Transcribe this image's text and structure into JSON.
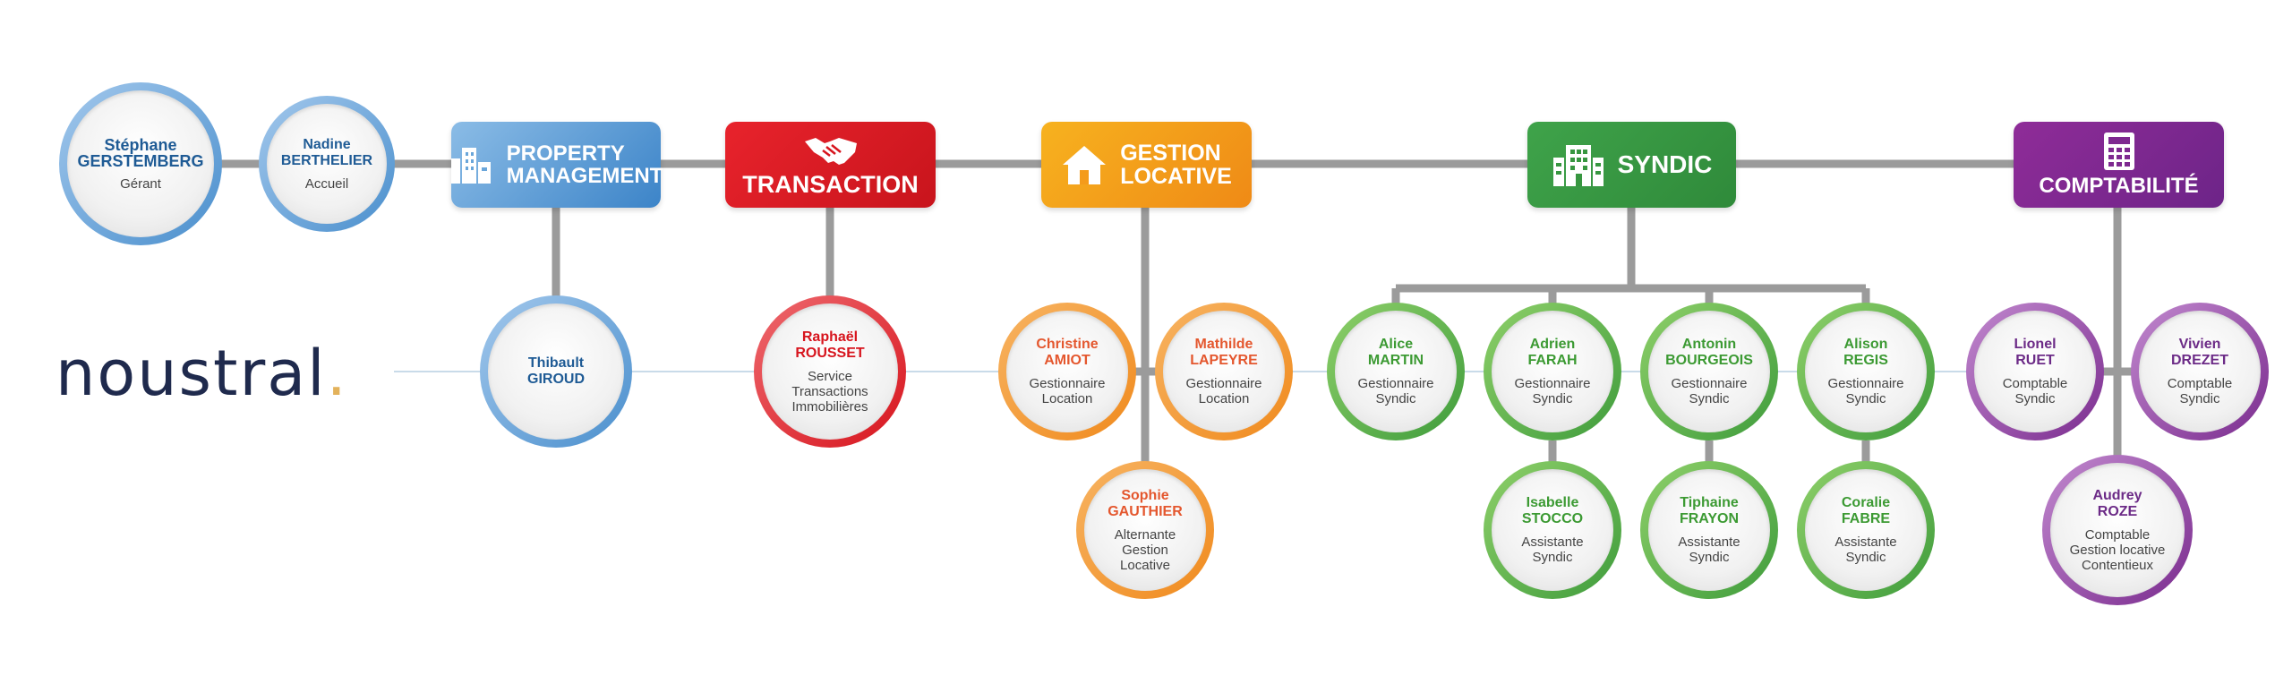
{
  "logo": {
    "text": "noustral",
    "dot": "."
  },
  "colors": {
    "blue": "#4a8fcd",
    "red": "#d7141d",
    "orange": "#f08a1d",
    "orangeText": "#e4572e",
    "green": "#3f9c3c",
    "greenText": "#3c9a33",
    "purple": "#7a2b8e",
    "purpleText": "#6c2b87",
    "line": "#9b9b9b",
    "navy": "#1f5b95"
  },
  "departments": [
    {
      "id": "pm",
      "icon": "buildings-icon",
      "lines": [
        "PROPERTY",
        "MANAGEMENT"
      ]
    },
    {
      "id": "tr",
      "icon": "handshake-icon",
      "lines": [
        "TRANSACTION"
      ]
    },
    {
      "id": "gl",
      "icon": "house-icon",
      "lines": [
        "GESTION",
        "LOCATIVE"
      ]
    },
    {
      "id": "sy",
      "icon": "building-icon",
      "lines": [
        "SYNDIC"
      ]
    },
    {
      "id": "co",
      "icon": "calculator-icon",
      "lines": [
        "COMPTABILITÉ"
      ]
    }
  ],
  "people": [
    {
      "id": "gerstemberg",
      "first": "Stéphane",
      "last": "GERSTEMBERG",
      "role": [
        "Gérant"
      ],
      "color": "blue"
    },
    {
      "id": "berthelier",
      "first": "Nadine",
      "last": "BERTHELIER",
      "role": [
        "Accueil"
      ],
      "color": "blue"
    },
    {
      "id": "giroud",
      "first": "Thibault",
      "last": "GIROUD",
      "role": [],
      "color": "blue"
    },
    {
      "id": "rousset",
      "first": "Raphaël",
      "last": "ROUSSET",
      "role": [
        "Service",
        "Transactions",
        "Immobilières"
      ],
      "color": "red"
    },
    {
      "id": "amiot",
      "first": "Christine",
      "last": "AMIOT",
      "role": [
        "Gestionnaire",
        "Location"
      ],
      "color": "orange"
    },
    {
      "id": "lapeyre",
      "first": "Mathilde",
      "last": "LAPEYRE",
      "role": [
        "Gestionnaire",
        "Location"
      ],
      "color": "orange"
    },
    {
      "id": "gauthier",
      "first": "Sophie",
      "last": "GAUTHIER",
      "role": [
        "Alternante",
        "Gestion",
        "Locative"
      ],
      "color": "orange"
    },
    {
      "id": "martin",
      "first": "Alice",
      "last": "MARTIN",
      "role": [
        "Gestionnaire",
        "Syndic"
      ],
      "color": "green"
    },
    {
      "id": "farah",
      "first": "Adrien",
      "last": "FARAH",
      "role": [
        "Gestionnaire",
        "Syndic"
      ],
      "color": "green"
    },
    {
      "id": "bourgeois",
      "first": "Antonin",
      "last": "BOURGEOIS",
      "role": [
        "Gestionnaire",
        "Syndic"
      ],
      "color": "green"
    },
    {
      "id": "regis",
      "first": "Alison",
      "last": "REGIS",
      "role": [
        "Gestionnaire",
        "Syndic"
      ],
      "color": "green"
    },
    {
      "id": "stocco",
      "first": "Isabelle",
      "last": "STOCCO",
      "role": [
        "Assistante",
        "Syndic"
      ],
      "color": "green"
    },
    {
      "id": "frayon",
      "first": "Tiphaine",
      "last": "FRAYON",
      "role": [
        "Assistante",
        "Syndic"
      ],
      "color": "green"
    },
    {
      "id": "fabre",
      "first": "Coralie",
      "last": "FABRE",
      "role": [
        "Assistante",
        "Syndic"
      ],
      "color": "green"
    },
    {
      "id": "ruet",
      "first": "Lionel",
      "last": "RUET",
      "role": [
        "Comptable",
        "Syndic"
      ],
      "color": "purple"
    },
    {
      "id": "drezet",
      "first": "Vivien",
      "last": "DREZET",
      "role": [
        "Comptable",
        "Syndic"
      ],
      "color": "purple"
    },
    {
      "id": "roze",
      "first": "Audrey",
      "last": "ROZE",
      "role": [
        "Comptable",
        "Gestion locative",
        "Contentieux"
      ],
      "color": "purple"
    }
  ]
}
